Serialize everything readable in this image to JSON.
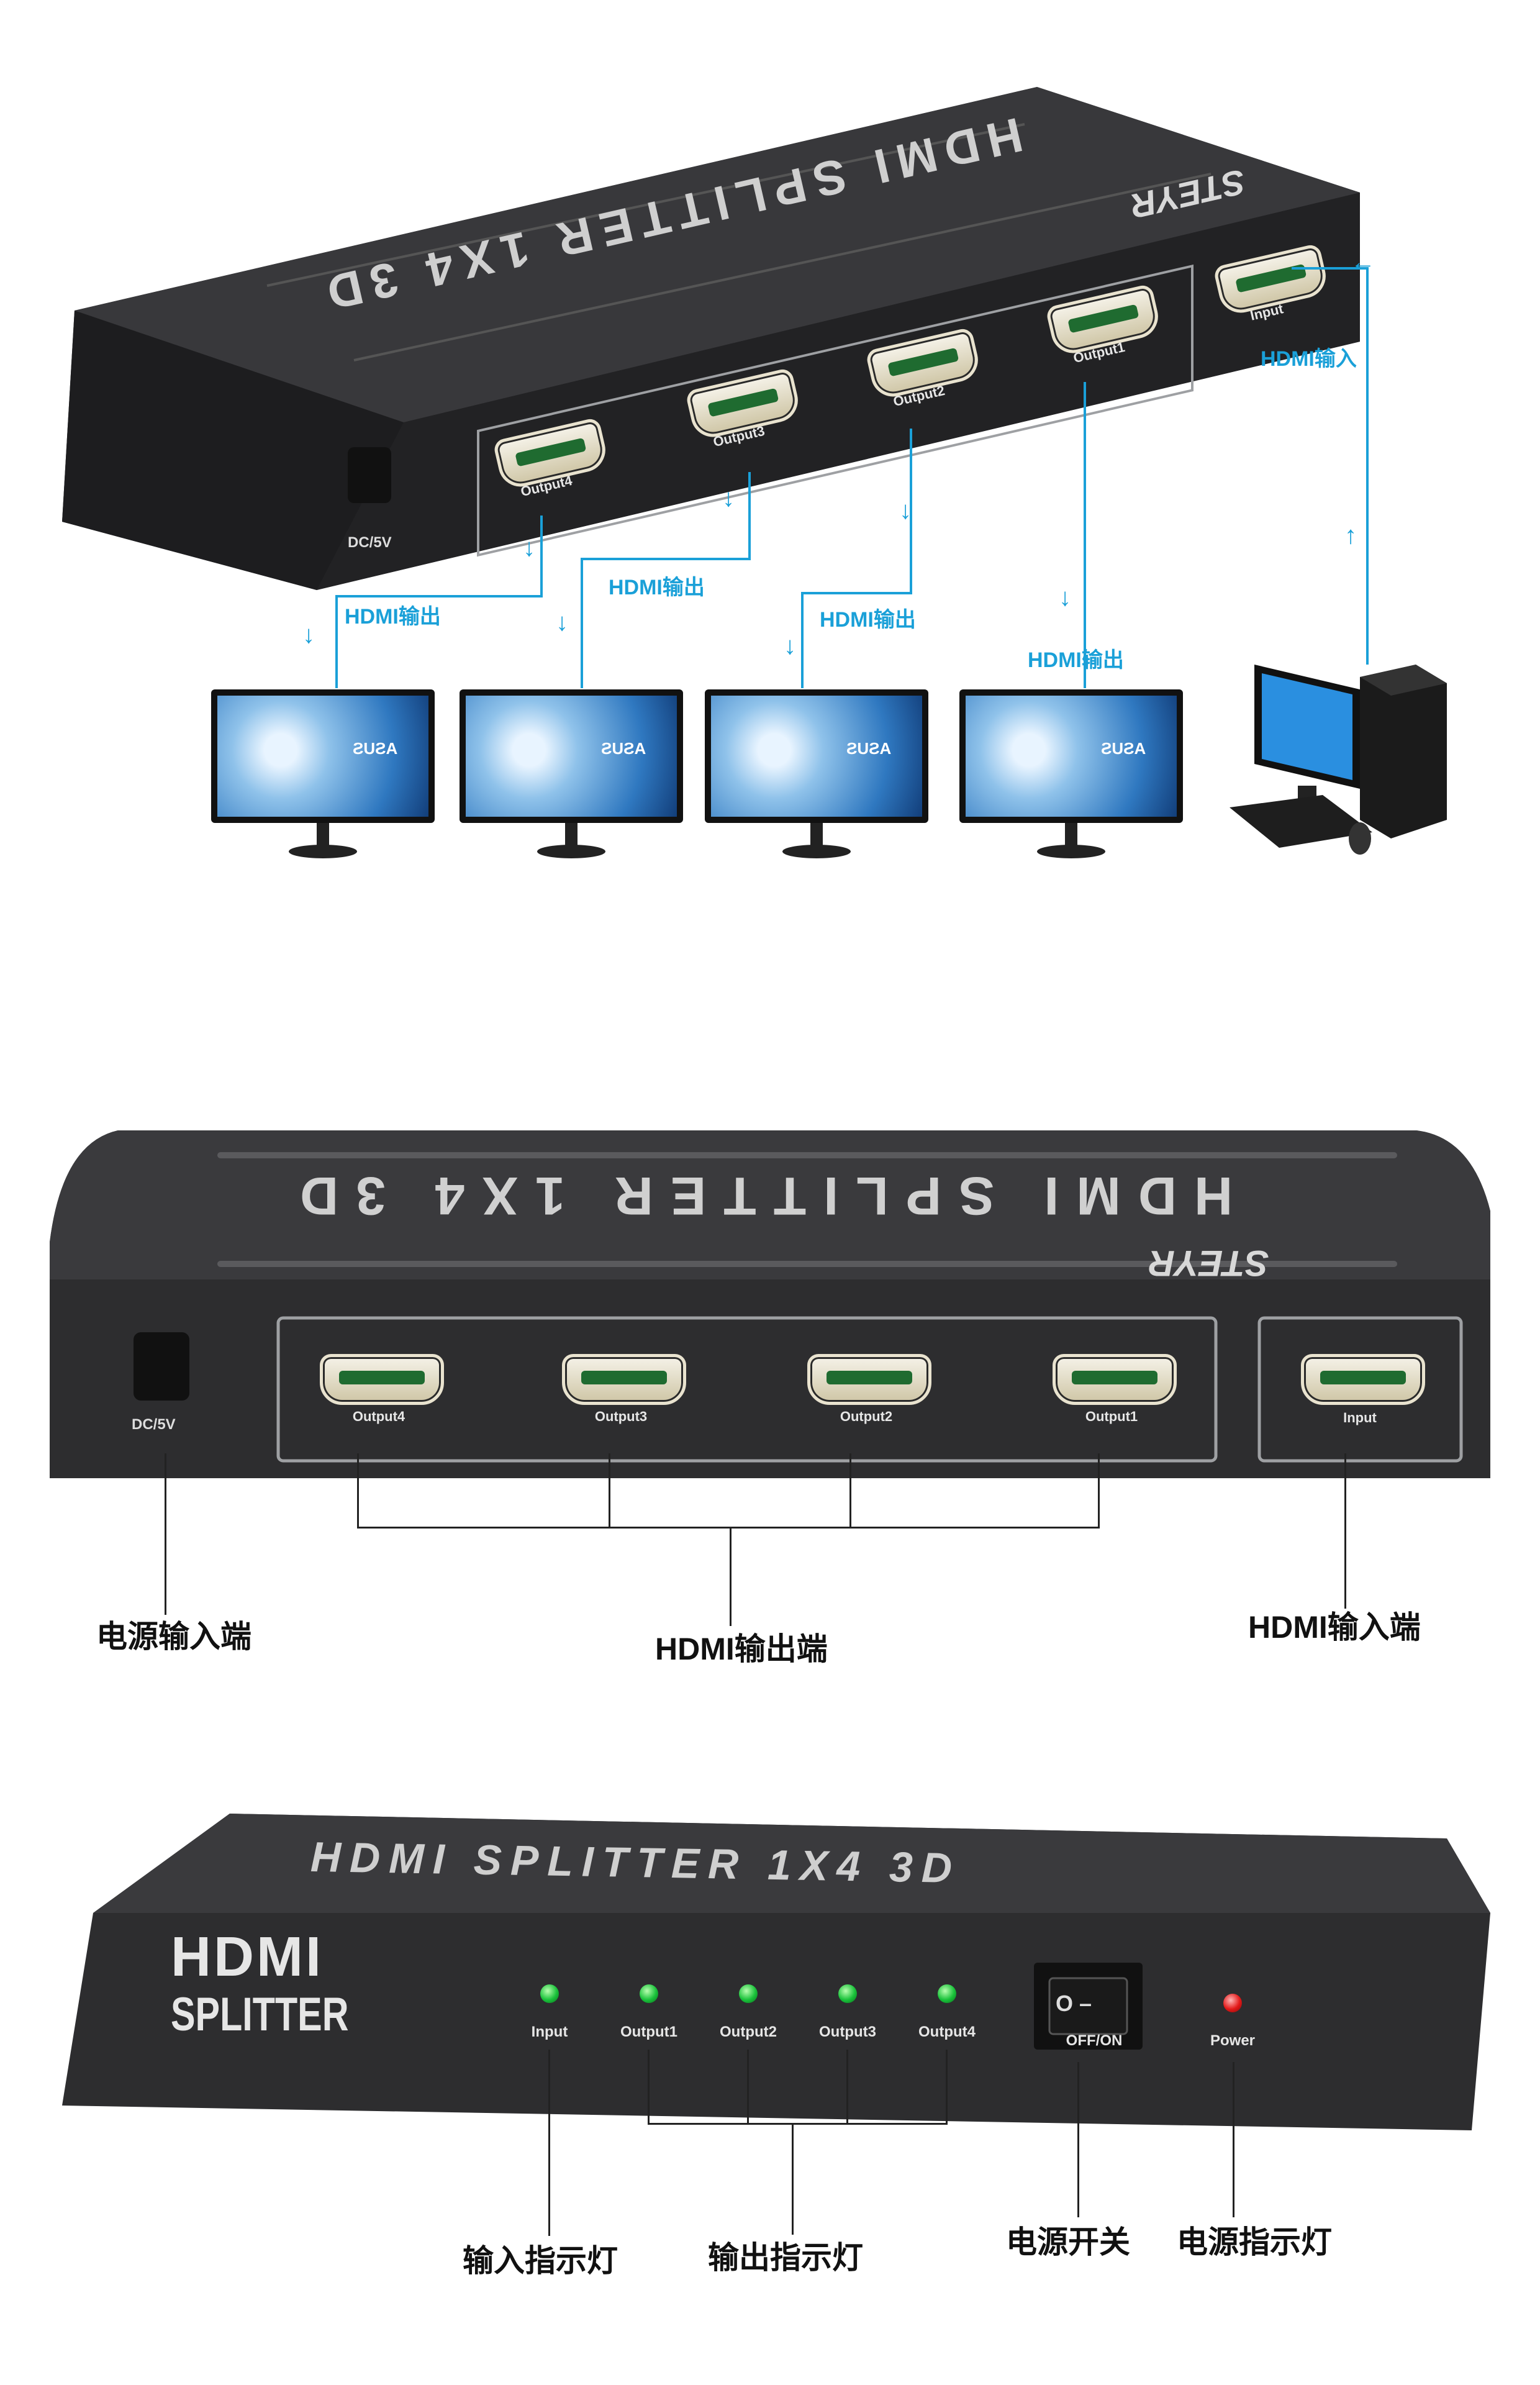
{
  "colors": {
    "annotation": "#1aa0d8",
    "device_body": "#2b2b2d",
    "led_green": "#19c23a",
    "led_red": "#e31818"
  },
  "section1": {
    "device_title": "HDMI SPLITTER 1X4 3D",
    "brand": "STEYR",
    "power_port": "DC/5V",
    "ports": {
      "output4": "Output4",
      "output3": "Output3",
      "output2": "Output2",
      "output1": "Output1",
      "input": "Input"
    },
    "labels": {
      "input": "HDMI输入",
      "out1": "HDMI输出",
      "out2": "HDMI输出",
      "out3": "HDMI输出",
      "out4": "HDMI输出"
    },
    "monitor_brand": "ASUS"
  },
  "section2": {
    "device_title": "HDMI SPLITTER 1X4 3D",
    "brand": "STEYR",
    "power_port": "DC/5V",
    "ports": {
      "output4": "Output4",
      "output3": "Output3",
      "output2": "Output2",
      "output1": "Output1",
      "input": "Input"
    },
    "labels": {
      "power_in": "电源输入端",
      "hdmi_out": "HDMI输出端",
      "hdmi_in": "HDMI输入端"
    }
  },
  "section3": {
    "top_title": "HDMI SPLITTER 1X4 3D",
    "logo_line1": "HDMI",
    "logo_line2": "SPLITTER",
    "leds": {
      "input": "Input",
      "output1": "Output1",
      "output2": "Output2",
      "output3": "Output3",
      "output4": "Output4",
      "power": "Power"
    },
    "switch_label": "OFF/ON",
    "switch_symbols": "O –",
    "labels": {
      "input_led": "输入指示灯",
      "output_led": "输出指示灯",
      "power_switch": "电源开关",
      "power_led": "电源指示灯"
    }
  }
}
